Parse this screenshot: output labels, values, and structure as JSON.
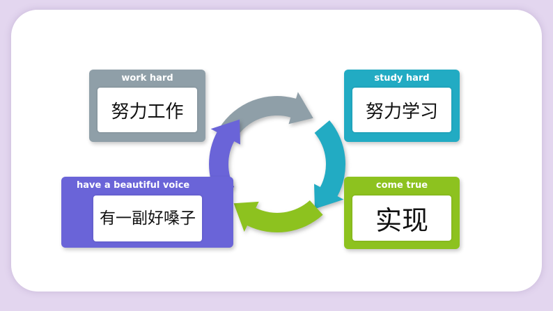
{
  "colors": {
    "background": "#e3d6ef",
    "work": "#8f9fa8",
    "study": "#22abc3",
    "come_true": "#8dc21f",
    "voice": "#6a64d8"
  },
  "boxes": {
    "work_hard": {
      "title": "work hard",
      "text": "努力工作"
    },
    "study_hard": {
      "title": "study hard",
      "text": "努力学习"
    },
    "come_true": {
      "title": "come true",
      "text": "实现"
    },
    "voice": {
      "title": "have a beautiful voice",
      "text": "有一副好嗓子"
    }
  }
}
